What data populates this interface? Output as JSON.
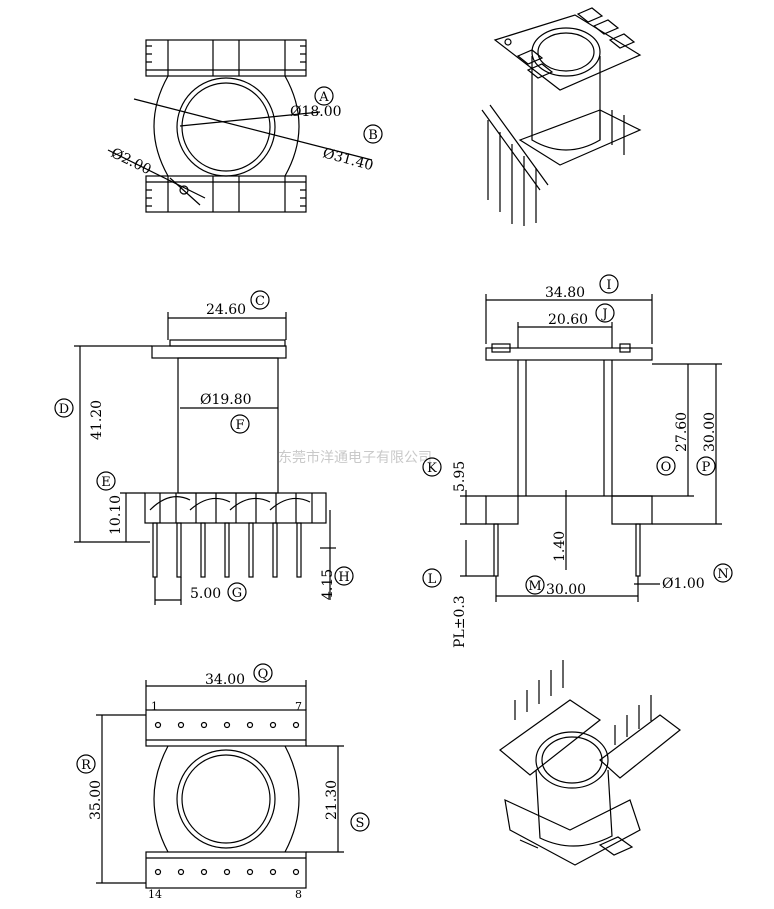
{
  "top_view": {
    "dim_inner": "Ø18.00",
    "dim_outer": "Ø31.40",
    "dim_hole": "Ø2.00",
    "label_a": "A",
    "label_b": "B"
  },
  "front_view": {
    "dim_width": "24.60",
    "dim_height": "41.20",
    "dim_core": "Ø19.80",
    "dim_base": "10.10",
    "dim_pin_pitch": "5.00",
    "dim_pin_len": "4.15",
    "label_c": "C",
    "label_d": "D",
    "label_e": "E",
    "label_f": "F",
    "label_g": "G",
    "label_h": "H"
  },
  "side_view": {
    "dim_overall": "34.80",
    "dim_inner": "20.60",
    "dim_winding": "27.60",
    "dim_total": "30.00",
    "dim_flange": "5.95",
    "dim_step": "1.40",
    "dim_pl": "PL±0.3",
    "dim_row": "30.00",
    "dim_pin_dia": "Ø1.00",
    "label_i": "I",
    "label_j": "J",
    "label_k": "K",
    "label_l": "L",
    "label_m": "M",
    "label_n": "N",
    "label_o": "O",
    "label_p": "P"
  },
  "bottom_view": {
    "dim_width": "34.00",
    "dim_depth": "35.00",
    "dim_span": "21.30",
    "label_q": "Q",
    "label_r": "R",
    "label_s": "S",
    "pin_1": "1",
    "pin_7": "7",
    "pin_14": "14",
    "pin_8": "8"
  },
  "watermark": "东莞市洋通电子有限公司"
}
